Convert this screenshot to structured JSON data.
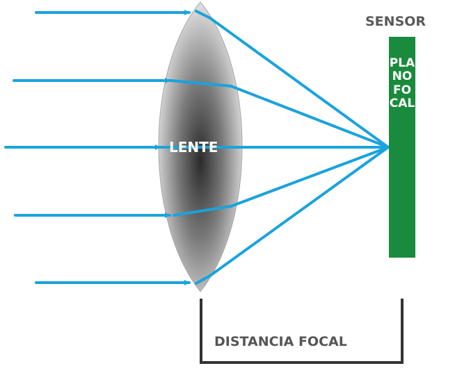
{
  "labels": {
    "sensor": "SENSOR",
    "lens": "LENTE",
    "focal_plane": "PLANO FOCAL",
    "focal_distance": "DISTANCIA FOCAL"
  },
  "colors": {
    "ray": "#1aa3dc",
    "sensor": "#1a8a3c",
    "bracket": "#333333",
    "label_gray": "#5a5a5a"
  }
}
